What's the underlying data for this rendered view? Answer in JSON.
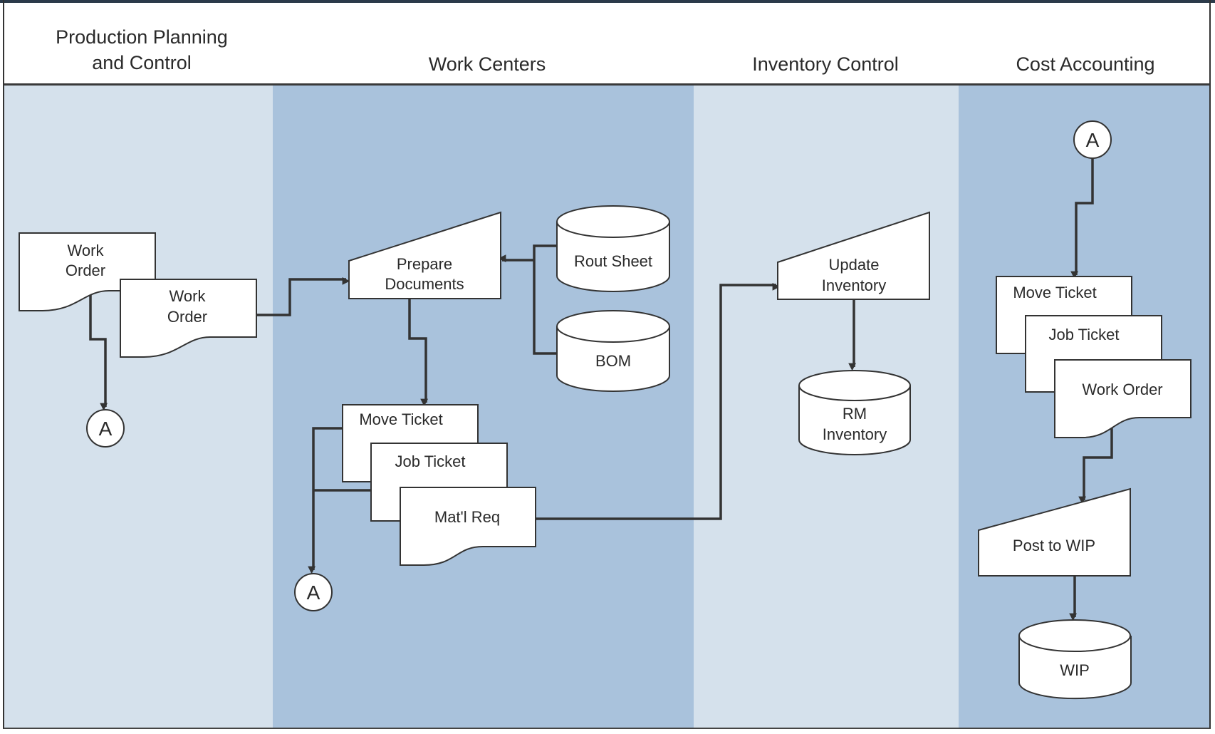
{
  "lanes": [
    {
      "title_lines": [
        "Production Planning",
        "and Control"
      ],
      "shade": "light"
    },
    {
      "title_lines": [
        "Work Centers"
      ],
      "shade": "dark"
    },
    {
      "title_lines": [
        "Inventory Control"
      ],
      "shade": "light"
    },
    {
      "title_lines": [
        "Cost Accounting"
      ],
      "shade": "dark"
    }
  ],
  "colors": {
    "lane_light": "#d5e1ec",
    "lane_dark": "#a9c2dc",
    "shape_fill": "#ffffff",
    "line": "#333333"
  },
  "nodes": {
    "ppc_work_order_1": {
      "type": "document",
      "label_lines": [
        "Work",
        "Order"
      ]
    },
    "ppc_work_order_2": {
      "type": "document",
      "label_lines": [
        "Work",
        "Order"
      ]
    },
    "ppc_connector_a": {
      "type": "connector",
      "label": "A"
    },
    "prepare_documents": {
      "type": "manual-operation",
      "label_lines": [
        "Prepare",
        "Documents"
      ]
    },
    "rout_sheet": {
      "type": "database",
      "label_lines": [
        "Rout Sheet"
      ]
    },
    "bom": {
      "type": "database",
      "label_lines": [
        "BOM"
      ]
    },
    "wc_move_ticket": {
      "type": "document",
      "label_lines": [
        "Move Ticket"
      ]
    },
    "wc_job_ticket": {
      "type": "document",
      "label_lines": [
        "Job Ticket"
      ]
    },
    "wc_matl_req": {
      "type": "document",
      "label_lines": [
        "Mat'l Req"
      ]
    },
    "wc_connector_a": {
      "type": "connector",
      "label": "A"
    },
    "update_inventory": {
      "type": "manual-operation",
      "label_lines": [
        "Update",
        "Inventory"
      ]
    },
    "rm_inventory": {
      "type": "database",
      "label_lines": [
        "RM",
        "Inventory"
      ]
    },
    "ca_connector_a": {
      "type": "connector",
      "label": "A"
    },
    "ca_move_ticket": {
      "type": "document",
      "label_lines": [
        "Move Ticket"
      ]
    },
    "ca_job_ticket": {
      "type": "document",
      "label_lines": [
        "Job Ticket"
      ]
    },
    "ca_work_order": {
      "type": "document",
      "label_lines": [
        "Work Order"
      ]
    },
    "post_to_wip": {
      "type": "manual-operation",
      "label_lines": [
        "Post to WIP"
      ]
    },
    "wip": {
      "type": "database",
      "label_lines": [
        "WIP"
      ]
    }
  },
  "edges": [
    {
      "from": "ppc_work_order_2",
      "to": "prepare_documents"
    },
    {
      "from": "ppc_work_order_1",
      "to": "ppc_connector_a"
    },
    {
      "from": "rout_sheet",
      "to": "prepare_documents"
    },
    {
      "from": "bom",
      "to": "prepare_documents"
    },
    {
      "from": "prepare_documents",
      "to": "wc_move_ticket"
    },
    {
      "from": "wc_move_ticket",
      "to": "wc_connector_a"
    },
    {
      "from": "wc_job_ticket",
      "to": "wc_connector_a"
    },
    {
      "from": "wc_matl_req",
      "to": "update_inventory"
    },
    {
      "from": "update_inventory",
      "to": "rm_inventory"
    },
    {
      "from": "ca_connector_a",
      "to": "ca_move_ticket"
    },
    {
      "from": "ca_work_order",
      "to": "post_to_wip"
    },
    {
      "from": "post_to_wip",
      "to": "wip"
    }
  ]
}
